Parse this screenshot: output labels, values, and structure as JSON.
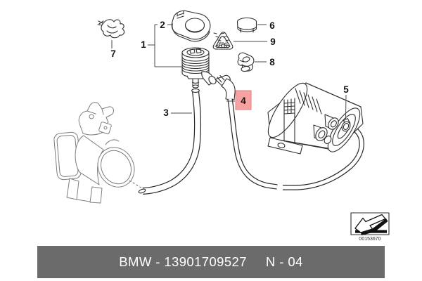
{
  "diagram": {
    "callouts": {
      "c1": "1",
      "c2": "2",
      "c3": "3",
      "c4": "4",
      "c5": "5",
      "c6": "6",
      "c7": "7",
      "c8": "8",
      "c9": "9"
    },
    "highlight": {
      "label": "4",
      "fill": "#f6a2a2",
      "border": "#de8181",
      "text_color": "#7c1212"
    },
    "warning_triangle_text": "EPC",
    "stamp_number": "00153670"
  },
  "footer": {
    "part_number": "BMW - 13901709527",
    "sheet": "N - 04",
    "bg": "#6b6b6b",
    "text_color": "#ffffff"
  }
}
